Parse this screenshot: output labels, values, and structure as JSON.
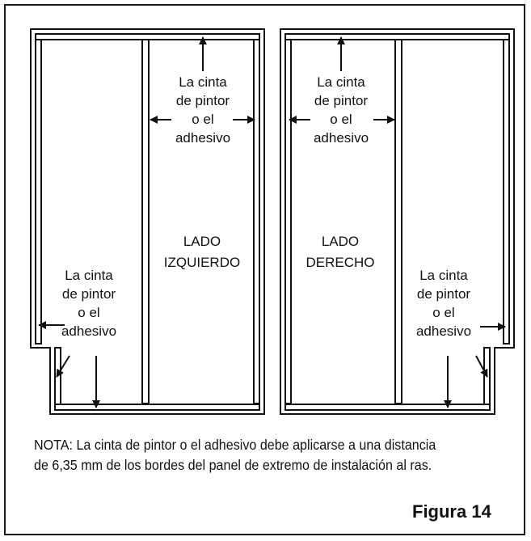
{
  "callout": [
    "La cinta",
    "de pintor",
    "o el",
    "adhesivo"
  ],
  "left_panel_label": [
    "LADO",
    "IZQUIERDO"
  ],
  "right_panel_label": [
    "LADO",
    "DERECHO"
  ],
  "note": "NOTA: La cinta de pintor o el adhesivo debe aplicarse a una distancia de 6,35 mm de los bordes del panel de extremo de instalación al ras.",
  "figure_label": "Figura 14"
}
